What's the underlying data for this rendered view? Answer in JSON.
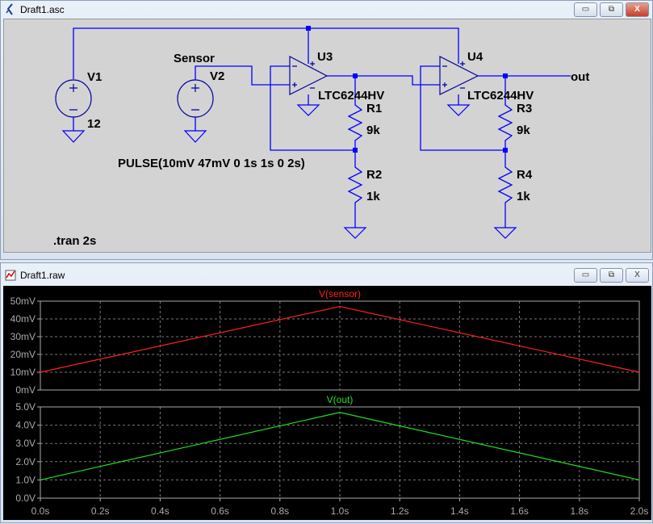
{
  "schematic_window": {
    "title": "Draft1.asc",
    "icon": "ltspice-schematic-icon",
    "labels": {
      "v1": "V1",
      "v1_value": "12",
      "sensor": "Sensor",
      "v2": "V2",
      "u3": "U3",
      "u3_part": "LTC6244HV",
      "r1": "R1",
      "r1_value": "9k",
      "r2": "R2",
      "r2_value": "1k",
      "pulse": "PULSE(10mV 47mV 0 1s 1s 0 2s)",
      "tran": ".tran 2s",
      "u4": "U4",
      "u4_part": "LTC6244HV",
      "r3": "R3",
      "r3_value": "9k",
      "r4": "R4",
      "r4_value": "1k",
      "out": "out"
    },
    "wire_color": "#0000ff"
  },
  "plot_window": {
    "title": "Draft1.raw",
    "icon": "waveform-icon"
  },
  "window_controls": {
    "minimize": "▭",
    "maximize": "⧉",
    "close": "X"
  },
  "chart_data": [
    {
      "type": "line",
      "title": "V(sensor)",
      "color": "#ff2020",
      "x": [
        0,
        1,
        2
      ],
      "values": [
        10,
        47,
        10
      ],
      "ylim": [
        0,
        50
      ],
      "yticks": [
        "0mV",
        "10mV",
        "20mV",
        "30mV",
        "40mV",
        "50mV"
      ],
      "ytick_values": [
        0,
        10,
        20,
        30,
        40,
        50
      ],
      "xlim": [
        0,
        2
      ],
      "grid": true
    },
    {
      "type": "line",
      "title": "V(out)",
      "color": "#20e020",
      "x": [
        0,
        1,
        2
      ],
      "values": [
        1.0,
        4.7,
        1.0
      ],
      "ylim": [
        0,
        5
      ],
      "yticks": [
        "0.0V",
        "1.0V",
        "2.0V",
        "3.0V",
        "4.0V",
        "5.0V"
      ],
      "ytick_values": [
        0,
        1,
        2,
        3,
        4,
        5
      ],
      "xlim": [
        0,
        2
      ],
      "grid": true,
      "xticks": [
        "0.0s",
        "0.2s",
        "0.4s",
        "0.6s",
        "0.8s",
        "1.0s",
        "1.2s",
        "1.4s",
        "1.6s",
        "1.8s",
        "2.0s"
      ]
    }
  ]
}
